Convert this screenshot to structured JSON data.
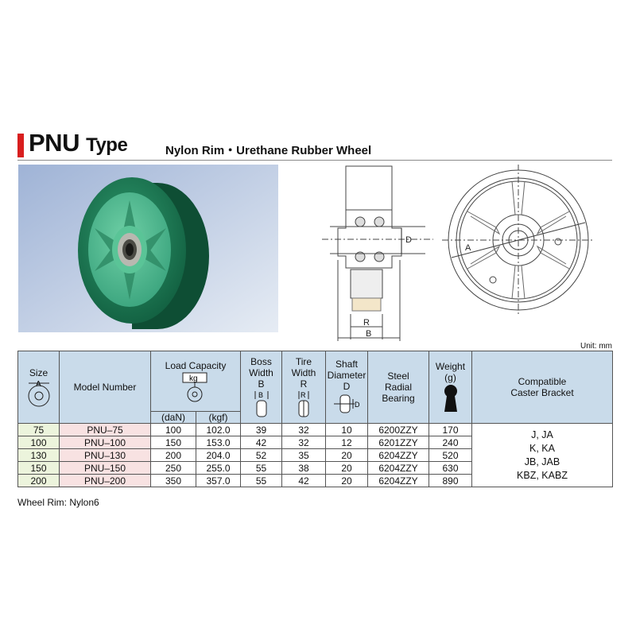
{
  "header": {
    "title_main": "PNU",
    "title_type": "Type",
    "subtitle": "Nylon Rim・Urethane Rubber Wheel"
  },
  "drawing_labels": {
    "d": "D",
    "a": "A",
    "r": "R",
    "b": "B"
  },
  "unit_note": "Unit: mm",
  "table": {
    "headers": {
      "size": "Size",
      "size_symbol": "A",
      "model_number": "Model Number",
      "load_capacity": "Load Capacity",
      "kg_symbol": "kg",
      "dan": "(daN)",
      "kgf": "(kgf)",
      "boss_width": [
        "Boss",
        "Width",
        "B"
      ],
      "boss_symbol": "B",
      "tire_width": [
        "Tire",
        "Width",
        "R"
      ],
      "tire_symbol": "R",
      "shaft_diameter": [
        "Shaft",
        "Diameter",
        "D"
      ],
      "shaft_symbol": "D",
      "bearing": [
        "Steel",
        "Radial",
        "Bearing"
      ],
      "weight": [
        "Weight",
        "(g)"
      ],
      "compatible": [
        "Compatible",
        "Caster Bracket"
      ]
    },
    "rows": [
      {
        "size": "75",
        "model": "PNU–75",
        "dan": "100",
        "kgf": "102.0",
        "boss": "39",
        "tire": "32",
        "shaft": "10",
        "bearing": "6200ZZY",
        "weight": "170"
      },
      {
        "size": "100",
        "model": "PNU–100",
        "dan": "150",
        "kgf": "153.0",
        "boss": "42",
        "tire": "32",
        "shaft": "12",
        "bearing": "6201ZZY",
        "weight": "240"
      },
      {
        "size": "130",
        "model": "PNU–130",
        "dan": "200",
        "kgf": "204.0",
        "boss": "52",
        "tire": "35",
        "shaft": "20",
        "bearing": "6204ZZY",
        "weight": "520"
      },
      {
        "size": "150",
        "model": "PNU–150",
        "dan": "250",
        "kgf": "255.0",
        "boss": "55",
        "tire": "38",
        "shaft": "20",
        "bearing": "6204ZZY",
        "weight": "630"
      },
      {
        "size": "200",
        "model": "PNU–200",
        "dan": "350",
        "kgf": "357.0",
        "boss": "55",
        "tire": "42",
        "shaft": "20",
        "bearing": "6204ZZY",
        "weight": "890"
      }
    ],
    "compatible_brackets": [
      "J, JA",
      "K, KA",
      "JB, JAB",
      "KBZ, KABZ"
    ]
  },
  "footnote": "Wheel Rim: Nylon6",
  "colors": {
    "accent_red": "#d81e1e",
    "header_blue": "#c9dbea",
    "size_green": "#ecf4dc",
    "model_pink": "#f8e2e2",
    "wheel_green": "#2f9a6e"
  }
}
